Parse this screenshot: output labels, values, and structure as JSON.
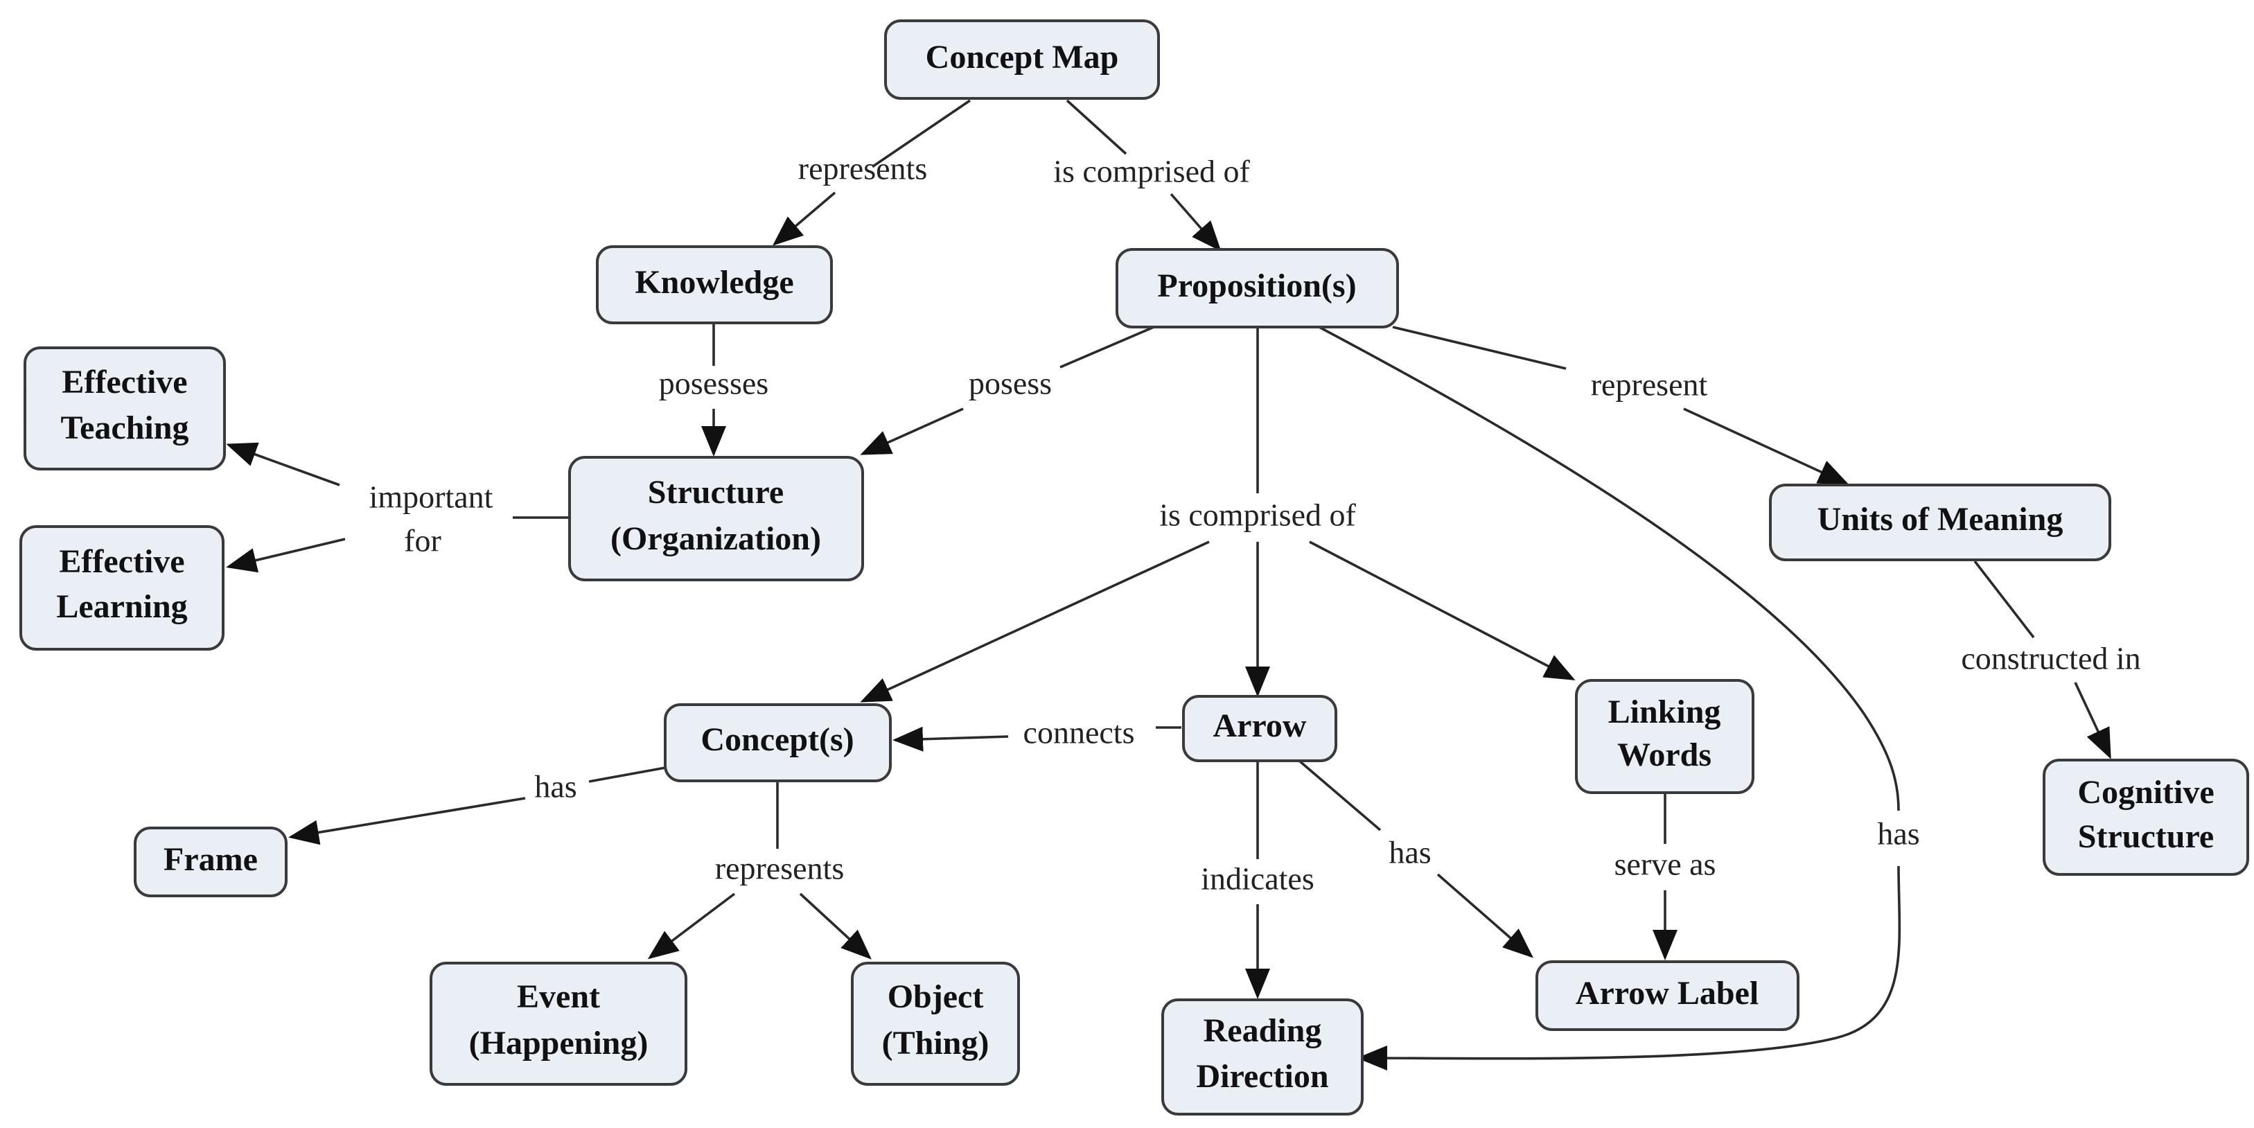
{
  "nodes": {
    "concept_map": [
      "Concept Map"
    ],
    "knowledge": [
      "Knowledge"
    ],
    "propositions": [
      "Proposition(s)"
    ],
    "effective_teaching": [
      "Effective",
      "Teaching"
    ],
    "effective_learning": [
      "Effective",
      "Learning"
    ],
    "structure": [
      "Structure",
      "(Organization)"
    ],
    "units_of_meaning": [
      "Units of Meaning"
    ],
    "concepts": [
      "Concept(s)"
    ],
    "arrow": [
      "Arrow"
    ],
    "linking_words": [
      "Linking",
      "Words"
    ],
    "cognitive_structure": [
      "Cognitive",
      "Structure"
    ],
    "frame": [
      "Frame"
    ],
    "event": [
      "Event",
      "(Happening)"
    ],
    "object": [
      "Object",
      "(Thing)"
    ],
    "reading_direction": [
      "Reading",
      "Direction"
    ],
    "arrow_label": [
      "Arrow Label"
    ]
  },
  "links": {
    "represents_top": "represents",
    "comprised_top": "is comprised of",
    "posesses": "posesses",
    "posess": "posess",
    "represent": "represent",
    "important": "important",
    "for": "for",
    "comprised_mid": "is comprised of",
    "constructed_in": "constructed in",
    "connects": "connects",
    "has_frame": "has",
    "represents_concept": "represents",
    "indicates": "indicates",
    "has_arrow": "has",
    "serve_as": "serve as",
    "has_right": "has"
  },
  "colors": {
    "node_fill": "#e9eff5",
    "node_stroke": "#3a3a3a",
    "edge": "#2a2a2a"
  }
}
